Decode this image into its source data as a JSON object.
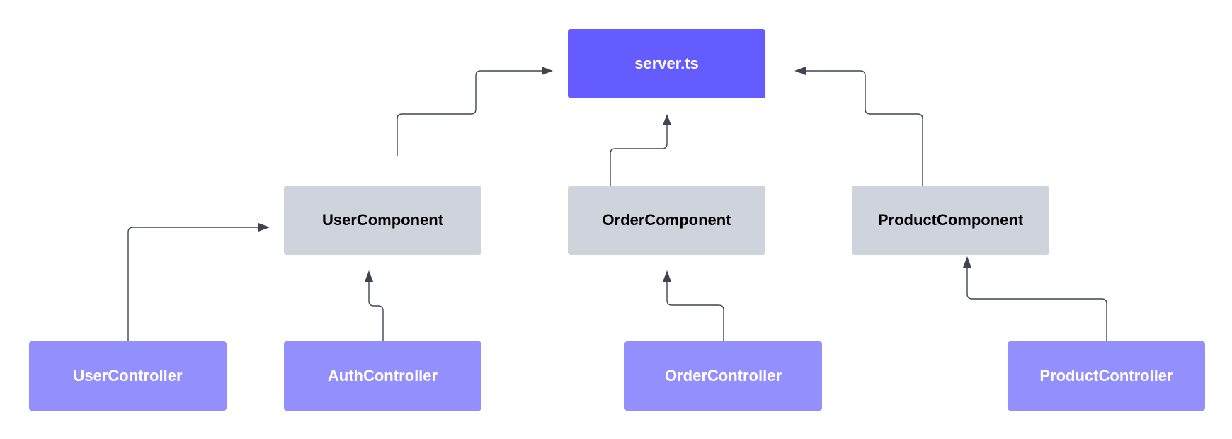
{
  "diagram": {
    "colors": {
      "root_fill": "#645cff",
      "component_fill": "#cfd4dc",
      "controller_fill": "#938ffc",
      "edge": "#3d4452"
    },
    "nodes": {
      "server": {
        "label": "server.ts"
      },
      "user_component": {
        "label": "UserComponent"
      },
      "order_component": {
        "label": "OrderComponent"
      },
      "product_component": {
        "label": "ProductComponent"
      },
      "user_controller": {
        "label": "UserController"
      },
      "auth_controller": {
        "label": "AuthController"
      },
      "order_controller": {
        "label": "OrderController"
      },
      "product_controller": {
        "label": "ProductController"
      }
    },
    "edges": [
      {
        "from": "UserComponent",
        "to": "server.ts"
      },
      {
        "from": "OrderComponent",
        "to": "server.ts"
      },
      {
        "from": "ProductComponent",
        "to": "server.ts"
      },
      {
        "from": "UserController",
        "to": "UserComponent"
      },
      {
        "from": "AuthController",
        "to": "UserComponent"
      },
      {
        "from": "OrderController",
        "to": "OrderComponent"
      },
      {
        "from": "ProductController",
        "to": "ProductComponent"
      }
    ]
  }
}
